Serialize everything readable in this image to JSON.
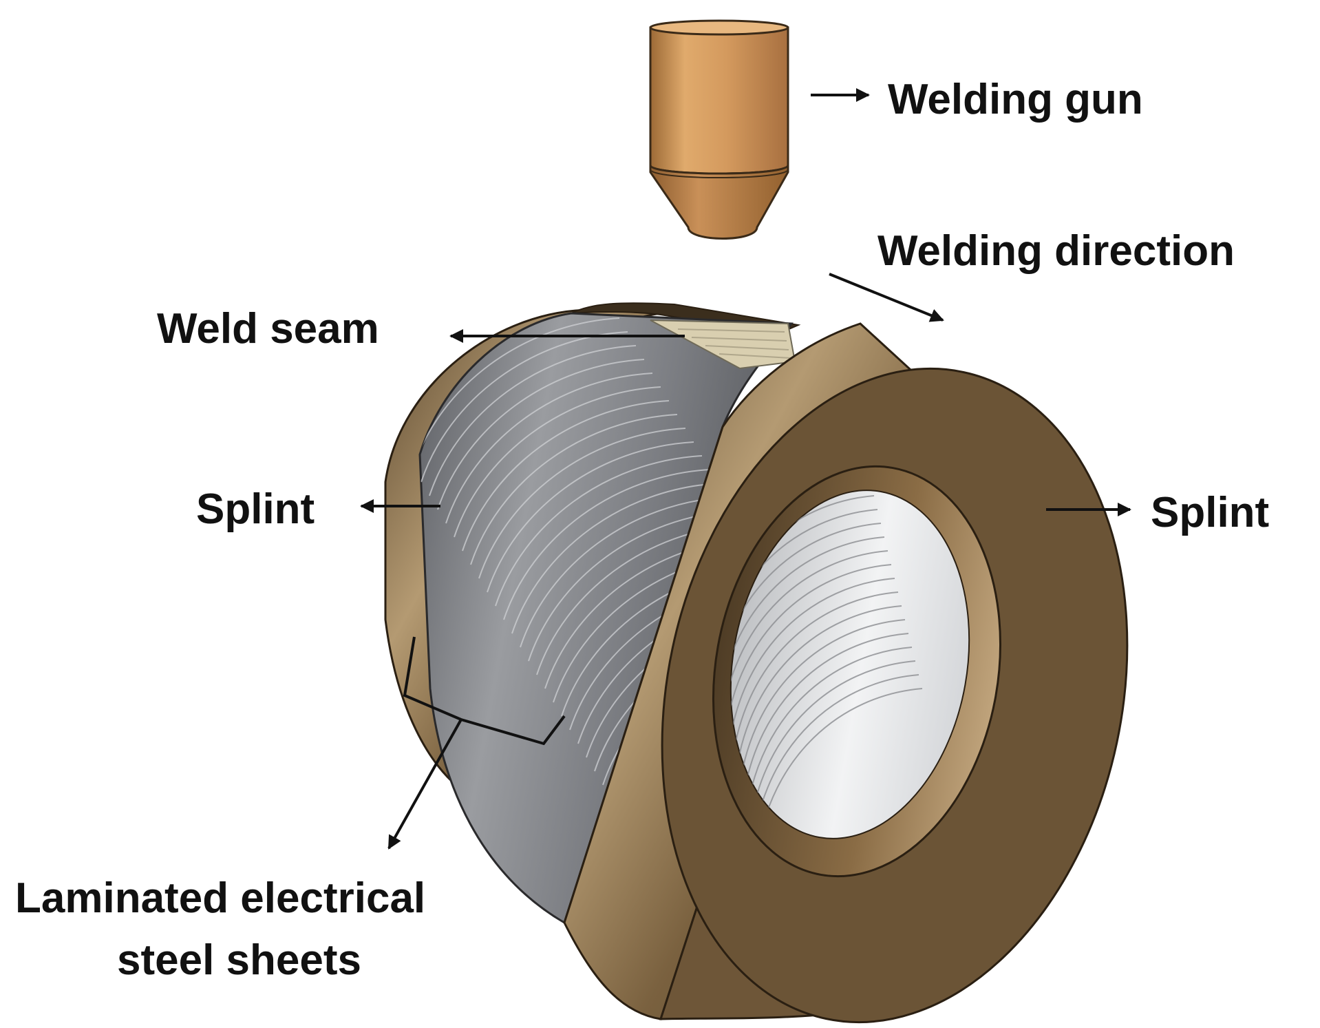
{
  "labels": {
    "welding_gun": "Welding gun",
    "welding_direction": "Welding direction",
    "weld_seam": "Weld seam",
    "splint_left": "Splint",
    "splint_right": "Splint",
    "laminated_line1": "Laminated electrical",
    "laminated_line2": "steel sheets"
  },
  "colors": {
    "gun_body": "#d49a5e",
    "splint": "#8a6c45",
    "splint_face": "#6e5638",
    "laminate": "#7b7d82",
    "laminate_inner": "#e6e8ea",
    "weld_seam": "#d9cfb0",
    "text": "#111111"
  }
}
